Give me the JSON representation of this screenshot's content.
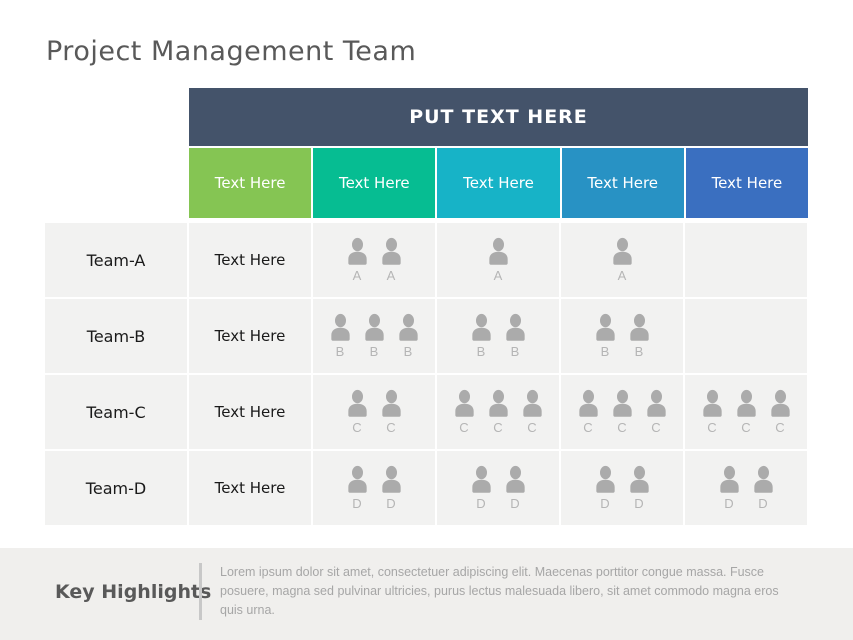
{
  "slide": {
    "title": "Project Management Team"
  },
  "table": {
    "banner_label": "PUT TEXT HERE",
    "columns": [
      {
        "label": "Text Here",
        "color": "#85C553"
      },
      {
        "label": "Text Here",
        "color": "#06BD92"
      },
      {
        "label": "Text Here",
        "color": "#17B3C7"
      },
      {
        "label": "Text Here",
        "color": "#2892C4"
      },
      {
        "label": "Text Here",
        "color": "#3A6FC0"
      }
    ],
    "rows": [
      {
        "team": "Team-A",
        "label": "Text Here",
        "cells": [
          {
            "letter": "A",
            "count": 2
          },
          {
            "letter": "A",
            "count": 1
          },
          {
            "letter": "A",
            "count": 1
          },
          {
            "letter": "A",
            "count": 0
          }
        ]
      },
      {
        "team": "Team-B",
        "label": "Text Here",
        "cells": [
          {
            "letter": "B",
            "count": 3
          },
          {
            "letter": "B",
            "count": 2
          },
          {
            "letter": "B",
            "count": 2
          },
          {
            "letter": "B",
            "count": 0
          }
        ]
      },
      {
        "team": "Team-C",
        "label": "Text Here",
        "cells": [
          {
            "letter": "C",
            "count": 2
          },
          {
            "letter": "C",
            "count": 3
          },
          {
            "letter": "C",
            "count": 3
          },
          {
            "letter": "C",
            "count": 3
          }
        ]
      },
      {
        "team": "Team-D",
        "label": "Text Here",
        "cells": [
          {
            "letter": "D",
            "count": 2
          },
          {
            "letter": "D",
            "count": 2
          },
          {
            "letter": "D",
            "count": 2
          },
          {
            "letter": "D",
            "count": 2
          }
        ]
      }
    ]
  },
  "footer": {
    "heading": "Key Highlights",
    "body": "Lorem ipsum dolor sit amet, consectetuer adipiscing elit. Maecenas porttitor congue massa. Fusce posuere, magna sed pulvinar ultricies, purus lectus malesuada libero, sit amet commodo magna eros quis urna."
  },
  "colors": {
    "title_text": "#595959",
    "banner_bg": "#44536A",
    "banner_text": "#FFFFFF",
    "cell_bg": "#F2F2F1",
    "icon": "#ABABAB",
    "letter_text": "#B5B5B5",
    "footer_bg": "#F0EFED",
    "footer_text": "#A6A6A6",
    "heading_text": "#595959",
    "divider": "#C8C8C8"
  }
}
